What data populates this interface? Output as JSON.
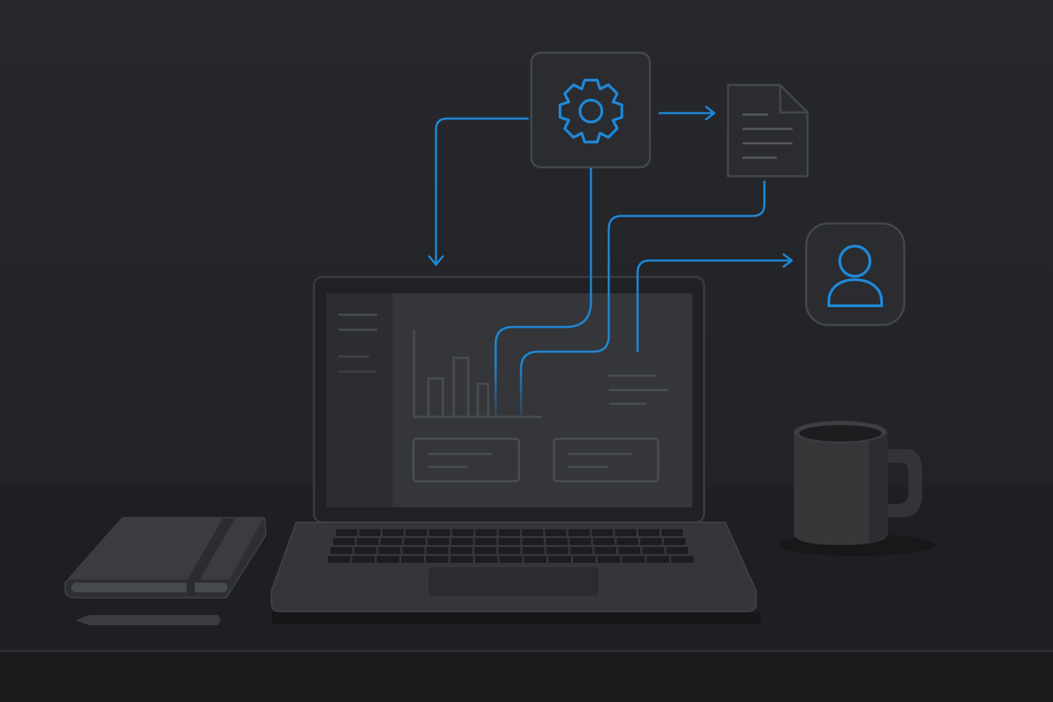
{
  "colors": {
    "background": "#25272b",
    "desk": "#1e1f22",
    "accent": "#1e88d8",
    "outline": "#44474c",
    "screen": "#34363a"
  },
  "icons": {
    "settings": "gear-icon",
    "document": "document-icon",
    "user": "user-icon"
  },
  "flow": [
    {
      "from": "settings",
      "to": "laptop"
    },
    {
      "from": "settings",
      "to": "document"
    },
    {
      "from": "settings",
      "to": "laptop-chart"
    },
    {
      "from": "document",
      "to": "laptop-chart"
    },
    {
      "from": "laptop",
      "to": "user"
    }
  ]
}
